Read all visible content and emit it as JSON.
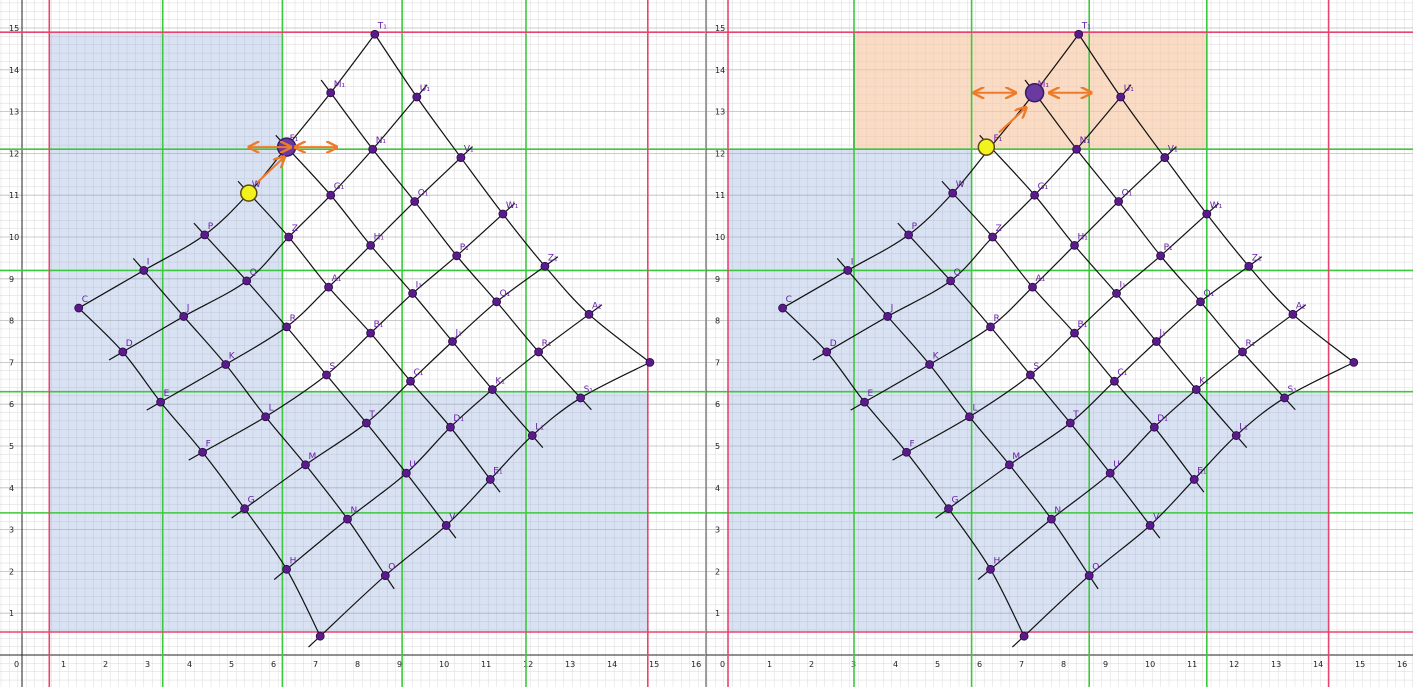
{
  "colors": {
    "minor_grid": "#d9d9d9",
    "major_grid": "#bcbcbc",
    "green_line": "#3cc83c",
    "red_line": "#e8456e",
    "blue_region": "rgba(130,160,215,0.30)",
    "orange_region": "rgba(247,200,165,0.65)",
    "orange_border": "#2b3f82",
    "point_fill": "#5a1a8c",
    "label": "#6a1fa8",
    "arrow": "#ee7a2a",
    "highlight_yellow": "#f2f21c",
    "highlight_purple": "#6a3aa0",
    "curve": "#111111"
  },
  "panels": [
    {
      "x_ticks": [
        "0",
        "1",
        "2",
        "3",
        "4",
        "5",
        "6",
        "7",
        "8",
        "9",
        "10",
        "11",
        "12",
        "13",
        "14",
        "15",
        "16"
      ],
      "y_ticks": [
        "1",
        "2",
        "3",
        "4",
        "5",
        "6",
        "7",
        "8",
        "9",
        "10",
        "11",
        "12",
        "13",
        "14",
        "15"
      ],
      "green_vertical": [
        3.35,
        6.2,
        9.05,
        12.0
      ],
      "green_horizontal": [
        3.4,
        6.3,
        9.2,
        12.1
      ],
      "red_vertical": [
        0.65,
        14.9
      ],
      "red_horizontal": [
        0.55,
        14.9
      ],
      "shaded": [
        {
          "x0": 0.65,
          "y0": 6.3,
          "x1": 6.2,
          "y1": 14.9,
          "kind": "blue"
        },
        {
          "x0": 0.65,
          "y0": 0.55,
          "x1": 14.9,
          "y1": 6.3,
          "kind": "blue"
        }
      ],
      "highlights": [
        {
          "label": "W",
          "x": 5.4,
          "y": 11.05,
          "kind": "yellow"
        },
        {
          "label": "F",
          "x": 6.3,
          "y": 12.15,
          "kind": "purple"
        }
      ],
      "arrows": [
        {
          "x1": 5.6,
          "y1": 11.3,
          "x2": 6.25,
          "y2": 11.92,
          "single": true
        },
        {
          "x1": 5.4,
          "y1": 12.15,
          "x2": 6.4,
          "y2": 12.15,
          "single": false
        },
        {
          "x1": 6.5,
          "y1": 12.15,
          "x2": 7.5,
          "y2": 12.15,
          "single": false
        }
      ]
    },
    {
      "x_ticks": [
        "0",
        "1",
        "2",
        "3",
        "4",
        "5",
        "6",
        "7",
        "8",
        "9",
        "10",
        "11",
        "12",
        "13",
        "14",
        "15",
        "16"
      ],
      "y_ticks": [
        "1",
        "2",
        "3",
        "4",
        "5",
        "6",
        "7",
        "8",
        "9",
        "10",
        "11",
        "12",
        "13",
        "14",
        "15"
      ],
      "green_vertical": [
        3.0,
        5.8,
        8.6,
        11.4
      ],
      "green_horizontal": [
        3.4,
        6.3,
        9.2,
        12.1
      ],
      "red_vertical": [
        0.0,
        14.3
      ],
      "red_horizontal": [
        0.55,
        14.9
      ],
      "shaded": [
        {
          "x0": 0.0,
          "y0": 6.3,
          "x1": 5.8,
          "y1": 12.1,
          "kind": "blue"
        },
        {
          "x0": 0.0,
          "y0": 0.55,
          "x1": 14.3,
          "y1": 6.3,
          "kind": "blue"
        },
        {
          "x0": 3.0,
          "y0": 12.1,
          "x1": 11.4,
          "y1": 14.9,
          "kind": "orange"
        }
      ],
      "highlights": [
        {
          "label": "F",
          "x": 6.2,
          "y": 12.15,
          "kind": "yellow"
        },
        {
          "label": "M",
          "x": 7.35,
          "y": 13.45,
          "kind": "purple"
        }
      ],
      "arrows": [
        {
          "x1": 6.5,
          "y1": 12.5,
          "x2": 7.15,
          "y2": 13.1,
          "single": true
        },
        {
          "x1": 5.9,
          "y1": 13.45,
          "x2": 6.9,
          "y2": 13.45,
          "single": false
        },
        {
          "x1": 7.7,
          "y1": 13.45,
          "x2": 8.7,
          "y2": 13.45,
          "single": false
        }
      ]
    }
  ],
  "grid_rows": [
    {
      "x": 1.3,
      "y": 8.3,
      "label": "C",
      "extend": [
        0,
        0
      ]
    },
    {
      "x": 2.9,
      "y": 9.2,
      "label": "I"
    },
    {
      "x": 4.4,
      "y": 10.1,
      "label": "P"
    },
    {
      "x": 5.4,
      "y": 11.05,
      "label": "W"
    },
    {
      "x": 6.3,
      "y": 12.15,
      "label": "F₁"
    },
    {
      "x": 7.3,
      "y": 13.5,
      "label": "M₁"
    },
    {
      "x": 8.4,
      "y": 14.8,
      "label": "T₁"
    }
  ],
  "labels": [
    "C",
    "D",
    "E",
    "F",
    "G",
    "H",
    "I",
    "J",
    "K",
    "L",
    "M",
    "N",
    "O",
    "P",
    "Q",
    "R",
    "S",
    "T",
    "U",
    "V",
    "W",
    "Z",
    "A1",
    "B1",
    "C1",
    "D1",
    "E1",
    "F1",
    "G1",
    "H1",
    "I1",
    "J1",
    "K1",
    "L1",
    "M1",
    "N1",
    "O1",
    "P1",
    "Q1",
    "R1",
    "S1",
    "T1",
    "U1",
    "V1",
    "W1",
    "Z1",
    "A2"
  ],
  "points": {
    "C": [
      1.35,
      8.3
    ],
    "D": [
      2.4,
      7.25
    ],
    "E": [
      3.3,
      6.05
    ],
    "F": [
      4.3,
      4.85
    ],
    "G": [
      5.3,
      3.5
    ],
    "H": [
      6.3,
      2.05
    ],
    "end_bottom": [
      7.1,
      0.45
    ],
    "I": [
      2.9,
      9.2
    ],
    "J": [
      3.85,
      8.1
    ],
    "K": [
      4.85,
      6.95
    ],
    "L": [
      5.8,
      5.7
    ],
    "M": [
      6.75,
      4.55
    ],
    "N": [
      7.75,
      3.25
    ],
    "O": [
      8.65,
      1.9
    ],
    "P": [
      4.35,
      10.05
    ],
    "Q": [
      5.35,
      8.95
    ],
    "R": [
      6.3,
      7.85
    ],
    "S": [
      7.25,
      6.7
    ],
    "T": [
      8.2,
      5.55
    ],
    "U": [
      9.15,
      4.35
    ],
    "V": [
      10.1,
      3.1
    ],
    "W": [
      5.4,
      11.05
    ],
    "Z": [
      6.35,
      10.0
    ],
    "A1": [
      7.3,
      8.8
    ],
    "B1": [
      8.3,
      7.7
    ],
    "C1": [
      9.25,
      6.55
    ],
    "D1": [
      10.2,
      5.45
    ],
    "E1": [
      11.15,
      4.2
    ],
    "F1": [
      6.3,
      12.15
    ],
    "G1": [
      7.35,
      11.0
    ],
    "H1": [
      8.3,
      9.8
    ],
    "I1": [
      9.3,
      8.65
    ],
    "J1": [
      10.25,
      7.5
    ],
    "K1": [
      11.2,
      6.35
    ],
    "L1": [
      12.15,
      5.25
    ],
    "M1": [
      7.35,
      13.45
    ],
    "N1": [
      8.35,
      12.1
    ],
    "O1": [
      9.35,
      10.85
    ],
    "P1": [
      10.35,
      9.55
    ],
    "Q1": [
      11.3,
      8.45
    ],
    "R1": [
      12.3,
      7.25
    ],
    "S1": [
      13.3,
      6.15
    ],
    "T1": [
      8.4,
      14.85
    ],
    "U1": [
      9.4,
      13.35
    ],
    "V1": [
      10.45,
      11.9
    ],
    "W1": [
      11.45,
      10.55
    ],
    "Z1": [
      12.45,
      9.3
    ],
    "A2": [
      13.5,
      8.15
    ],
    "end_right": [
      14.95,
      7.0
    ]
  },
  "point_labels": {
    "C": "C",
    "D": "D",
    "E": "E",
    "F": "F",
    "G": "G",
    "H": "H",
    "I": "I",
    "J": "J",
    "K": "K",
    "L": "L",
    "M": "M",
    "N": "N",
    "O": "O",
    "P": "P",
    "Q": "Q",
    "R": "R",
    "S": "S",
    "T": "T",
    "U": "U",
    "V": "V",
    "W": "W",
    "Z": "Z",
    "A1": "A₁",
    "B1": "B₁",
    "C1": "C₁",
    "D1": "D₁",
    "E1": "E₁",
    "F1": "F₁",
    "G1": "G₁",
    "H1": "H₁",
    "I1": "I₁",
    "J1": "J₁",
    "K1": "K₁",
    "L1": "L₁",
    "M1": "M₁",
    "N1": "N₁",
    "O1": "O₁",
    "P1": "P₁",
    "Q1": "Q₁",
    "R1": "R₁",
    "S1": "S₁",
    "T1": "T₁",
    "U1": "U₁",
    "V1": "V₁",
    "W1": "W₁",
    "Z1": "Z₁",
    "A2": "A₂"
  },
  "rows": [
    [
      "C",
      "I",
      "P",
      "W",
      "F1",
      "M1",
      "T1"
    ],
    [
      "D",
      "J",
      "Q",
      "Z",
      "G1",
      "N1",
      "U1"
    ],
    [
      "E",
      "K",
      "R",
      "A1",
      "H1",
      "O1",
      "V1"
    ],
    [
      "F",
      "L",
      "S",
      "B1",
      "I1",
      "P1",
      "W1"
    ],
    [
      "G",
      "M",
      "T",
      "C1",
      "J1",
      "Q1",
      "Z1"
    ],
    [
      "H",
      "N",
      "U",
      "D1",
      "K1",
      "R1",
      "A2"
    ],
    [
      "end_bottom",
      "O",
      "V",
      "E1",
      "L1",
      "S1",
      "end_right"
    ]
  ]
}
